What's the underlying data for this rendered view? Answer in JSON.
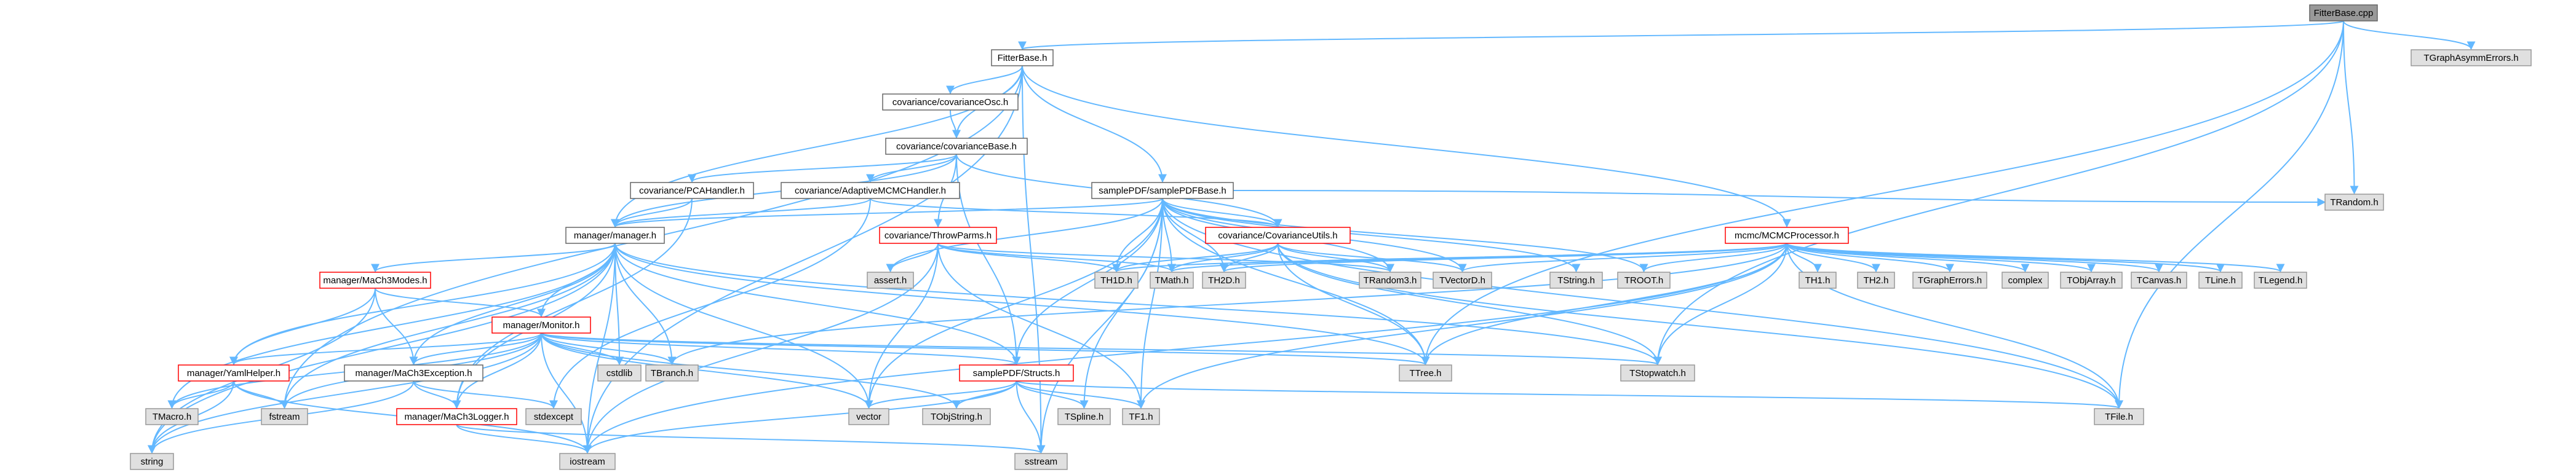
{
  "colors": {
    "edge": "#63b8ff",
    "root_fill": "#999999",
    "root_stroke": "#666666",
    "normal_fill": "#ffffff",
    "normal_stroke": "#666666",
    "red_fill": "#ffffff",
    "red_stroke": "#ff0000",
    "gray_fill": "#e0e0e0",
    "gray_stroke": "#999999"
  },
  "nodes": [
    {
      "id": "n0",
      "label": "FitterBase.cpp",
      "style": "root"
    },
    {
      "id": "n1",
      "label": "FitterBase.h",
      "style": "normal"
    },
    {
      "id": "n2",
      "label": "TGraphAsymmErrors.h",
      "style": "gray"
    },
    {
      "id": "n3",
      "label": "TRandom.h",
      "style": "gray"
    },
    {
      "id": "n4",
      "label": "TTree.h",
      "style": "gray"
    },
    {
      "id": "n5",
      "label": "TStopwatch.h",
      "style": "gray"
    },
    {
      "id": "n6",
      "label": "TFile.h",
      "style": "gray"
    },
    {
      "id": "n7",
      "label": "covariance/covarianceOsc.h",
      "style": "normal"
    },
    {
      "id": "n8",
      "label": "covariance/covarianceBase.h",
      "style": "normal"
    },
    {
      "id": "n9",
      "label": "covariance/PCAHandler.h",
      "style": "normal"
    },
    {
      "id": "n10",
      "label": "covariance/AdaptiveMCMCHandler.h",
      "style": "normal"
    },
    {
      "id": "n11",
      "label": "samplePDF/samplePDFBase.h",
      "style": "normal"
    },
    {
      "id": "n12",
      "label": "manager/manager.h",
      "style": "normal"
    },
    {
      "id": "n13",
      "label": "covariance/ThrowParms.h",
      "style": "red"
    },
    {
      "id": "n14",
      "label": "covariance/CovarianceUtils.h",
      "style": "red"
    },
    {
      "id": "n15",
      "label": "mcmc/MCMCProcessor.h",
      "style": "red"
    },
    {
      "id": "n16",
      "label": "manager/MaCh3Modes.h",
      "style": "red"
    },
    {
      "id": "n17",
      "label": "manager/Monitor.h",
      "style": "red"
    },
    {
      "id": "n18",
      "label": "manager/YamlHelper.h",
      "style": "red"
    },
    {
      "id": "n19",
      "label": "manager/MaCh3Exception.h",
      "style": "normal"
    },
    {
      "id": "n20",
      "label": "samplePDF/Structs.h",
      "style": "red"
    },
    {
      "id": "n21",
      "label": "manager/MaCh3Logger.h",
      "style": "red"
    },
    {
      "id": "n22",
      "label": "assert.h",
      "style": "gray"
    },
    {
      "id": "n23",
      "label": "TH1D.h",
      "style": "gray"
    },
    {
      "id": "n24",
      "label": "TMath.h",
      "style": "gray"
    },
    {
      "id": "n25",
      "label": "TH2D.h",
      "style": "gray"
    },
    {
      "id": "n26",
      "label": "TRandom3.h",
      "style": "gray"
    },
    {
      "id": "n27",
      "label": "TVectorD.h",
      "style": "gray"
    },
    {
      "id": "n28",
      "label": "TString.h",
      "style": "gray"
    },
    {
      "id": "n29",
      "label": "TROOT.h",
      "style": "gray"
    },
    {
      "id": "n30",
      "label": "TH1.h",
      "style": "gray"
    },
    {
      "id": "n31",
      "label": "TH2.h",
      "style": "gray"
    },
    {
      "id": "n32",
      "label": "TGraphErrors.h",
      "style": "gray"
    },
    {
      "id": "n33",
      "label": "complex",
      "style": "gray"
    },
    {
      "id": "n34",
      "label": "TObjArray.h",
      "style": "gray"
    },
    {
      "id": "n35",
      "label": "TCanvas.h",
      "style": "gray"
    },
    {
      "id": "n36",
      "label": "TLine.h",
      "style": "gray"
    },
    {
      "id": "n37",
      "label": "TLegend.h",
      "style": "gray"
    },
    {
      "id": "n38",
      "label": "cstdlib",
      "style": "gray"
    },
    {
      "id": "n39",
      "label": "TBranch.h",
      "style": "gray"
    },
    {
      "id": "n40",
      "label": "TMacro.h",
      "style": "gray"
    },
    {
      "id": "n41",
      "label": "fstream",
      "style": "gray"
    },
    {
      "id": "n42",
      "label": "stdexcept",
      "style": "gray"
    },
    {
      "id": "n43",
      "label": "vector",
      "style": "gray"
    },
    {
      "id": "n44",
      "label": "TObjString.h",
      "style": "gray"
    },
    {
      "id": "n45",
      "label": "TSpline.h",
      "style": "gray"
    },
    {
      "id": "n46",
      "label": "TF1.h",
      "style": "gray"
    },
    {
      "id": "n47",
      "label": "string",
      "style": "gray"
    },
    {
      "id": "n48",
      "label": "iostream",
      "style": "gray"
    },
    {
      "id": "n49",
      "label": "sstream",
      "style": "gray"
    }
  ],
  "edges": [
    [
      "n0",
      "n1"
    ],
    [
      "n0",
      "n2"
    ],
    [
      "n0",
      "n3"
    ],
    [
      "n0",
      "n4"
    ],
    [
      "n0",
      "n5"
    ],
    [
      "n0",
      "n6"
    ],
    [
      "n1",
      "n7"
    ],
    [
      "n1",
      "n8"
    ],
    [
      "n1",
      "n11"
    ],
    [
      "n1",
      "n12"
    ],
    [
      "n1",
      "n15"
    ],
    [
      "n1",
      "n48"
    ],
    [
      "n1",
      "n49"
    ],
    [
      "n1",
      "n41"
    ],
    [
      "n7",
      "n8"
    ],
    [
      "n8",
      "n9"
    ],
    [
      "n8",
      "n10"
    ],
    [
      "n8",
      "n12"
    ],
    [
      "n8",
      "n13"
    ],
    [
      "n8",
      "n14"
    ],
    [
      "n8",
      "n20"
    ],
    [
      "n9",
      "n12"
    ],
    [
      "n9",
      "n21"
    ],
    [
      "n10",
      "n12"
    ],
    [
      "n10",
      "n14"
    ],
    [
      "n10",
      "n42"
    ],
    [
      "n11",
      "n12"
    ],
    [
      "n11",
      "n14"
    ],
    [
      "n11",
      "n20"
    ],
    [
      "n11",
      "n22"
    ],
    [
      "n11",
      "n23"
    ],
    [
      "n11",
      "n24"
    ],
    [
      "n11",
      "n25"
    ],
    [
      "n11",
      "n26"
    ],
    [
      "n11",
      "n27"
    ],
    [
      "n11",
      "n28"
    ],
    [
      "n11",
      "n29"
    ],
    [
      "n11",
      "n3"
    ],
    [
      "n11",
      "n4"
    ],
    [
      "n11",
      "n43"
    ],
    [
      "n11",
      "n45"
    ],
    [
      "n11",
      "n46"
    ],
    [
      "n11",
      "n6"
    ],
    [
      "n11",
      "n49"
    ],
    [
      "n12",
      "n16"
    ],
    [
      "n12",
      "n17"
    ],
    [
      "n12",
      "n18"
    ],
    [
      "n12",
      "n19"
    ],
    [
      "n12",
      "n20"
    ],
    [
      "n12",
      "n21"
    ],
    [
      "n12",
      "n38"
    ],
    [
      "n12",
      "n39"
    ],
    [
      "n12",
      "n4"
    ],
    [
      "n12",
      "n5"
    ],
    [
      "n12",
      "n40"
    ],
    [
      "n12",
      "n41"
    ],
    [
      "n12",
      "n47"
    ],
    [
      "n12",
      "n48"
    ],
    [
      "n12",
      "n43"
    ],
    [
      "n13",
      "n22"
    ],
    [
      "n13",
      "n24"
    ],
    [
      "n13",
      "n23"
    ],
    [
      "n13",
      "n26"
    ],
    [
      "n13",
      "n43"
    ],
    [
      "n13",
      "n46"
    ],
    [
      "n13",
      "n48"
    ],
    [
      "n14",
      "n24"
    ],
    [
      "n14",
      "n25"
    ],
    [
      "n14",
      "n23"
    ],
    [
      "n14",
      "n26"
    ],
    [
      "n14",
      "n27"
    ],
    [
      "n14",
      "n4"
    ],
    [
      "n14",
      "n5"
    ],
    [
      "n14",
      "n6"
    ],
    [
      "n15",
      "n23"
    ],
    [
      "n15",
      "n24"
    ],
    [
      "n15",
      "n25"
    ],
    [
      "n15",
      "n27"
    ],
    [
      "n15",
      "n29"
    ],
    [
      "n15",
      "n30"
    ],
    [
      "n15",
      "n31"
    ],
    [
      "n15",
      "n32"
    ],
    [
      "n15",
      "n33"
    ],
    [
      "n15",
      "n34"
    ],
    [
      "n15",
      "n35"
    ],
    [
      "n15",
      "n36"
    ],
    [
      "n15",
      "n37"
    ],
    [
      "n15",
      "n4"
    ],
    [
      "n15",
      "n5"
    ],
    [
      "n15",
      "n46"
    ],
    [
      "n15",
      "n6"
    ],
    [
      "n15",
      "n39"
    ],
    [
      "n15",
      "n48"
    ],
    [
      "n16",
      "n17"
    ],
    [
      "n16",
      "n18"
    ],
    [
      "n16",
      "n19"
    ],
    [
      "n16",
      "n47"
    ],
    [
      "n17",
      "n18"
    ],
    [
      "n17",
      "n19"
    ],
    [
      "n17",
      "n20"
    ],
    [
      "n17",
      "n21"
    ],
    [
      "n17",
      "n38"
    ],
    [
      "n17",
      "n39"
    ],
    [
      "n17",
      "n4"
    ],
    [
      "n17",
      "n5"
    ],
    [
      "n17",
      "n40"
    ],
    [
      "n17",
      "n41"
    ],
    [
      "n17",
      "n43"
    ],
    [
      "n17",
      "n44"
    ],
    [
      "n17",
      "n48"
    ],
    [
      "n17",
      "n47"
    ],
    [
      "n18",
      "n40"
    ],
    [
      "n18",
      "n41"
    ],
    [
      "n18",
      "n47"
    ],
    [
      "n18",
      "n48"
    ],
    [
      "n19",
      "n21"
    ],
    [
      "n19",
      "n42"
    ],
    [
      "n19",
      "n47"
    ],
    [
      "n20",
      "n43"
    ],
    [
      "n20",
      "n44"
    ],
    [
      "n20",
      "n45"
    ],
    [
      "n20",
      "n46"
    ],
    [
      "n20",
      "n6"
    ],
    [
      "n20",
      "n48"
    ],
    [
      "n20",
      "n49"
    ],
    [
      "n21",
      "n48"
    ],
    [
      "n21",
      "n49"
    ]
  ]
}
